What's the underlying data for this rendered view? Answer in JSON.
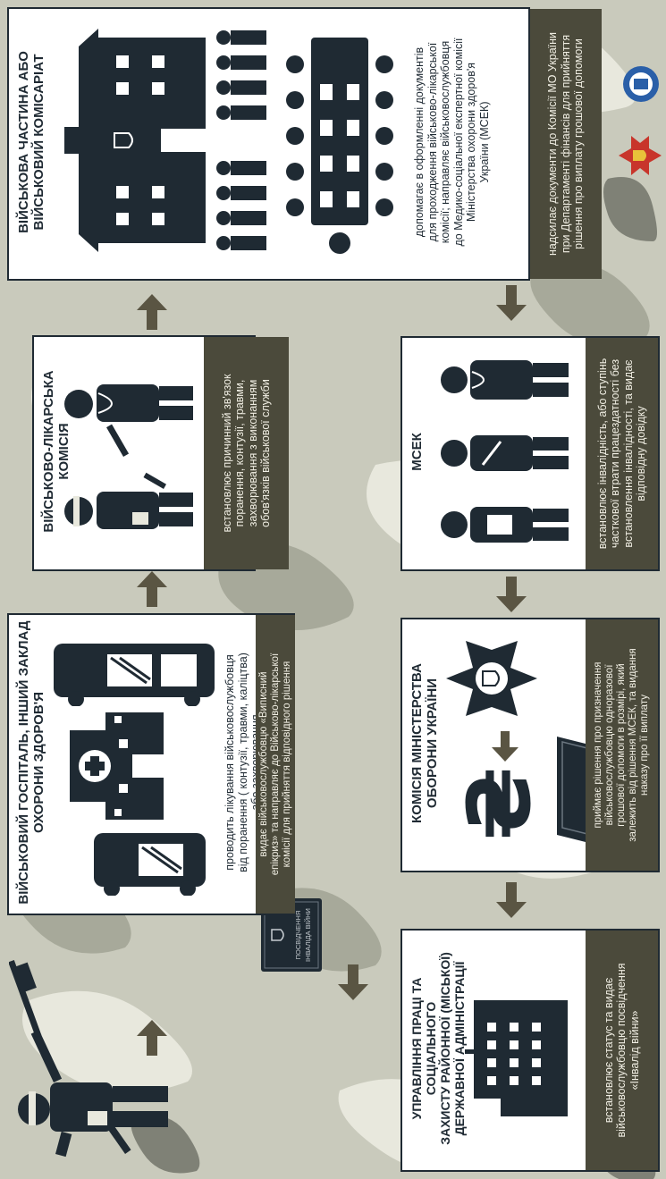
{
  "colors": {
    "ink": "#1f2a33",
    "dark_panel": "#4b4a3b",
    "arrow": "#5a5543",
    "camo_base": "#c9cabc",
    "camo_light": "#e8e8dd",
    "camo_mid": "#a7a99a",
    "camo_dark": "#7f8176"
  },
  "soldier": {
    "certificate_line1": "ПОСВІДЧЕННЯ",
    "certificate_line2": "ІНВАЛІДА ВІЙНИ",
    "icons": [
      "wounded-soldier-icon",
      "certificate-icon"
    ]
  },
  "hospital": {
    "title_line1": "ВІЙСЬКОВИЙ ГОСПІТАЛЬ, ІНШИЙ ЗАКЛАД",
    "title_line2": "ОХОРОНИ ЗДОРОВ'Я",
    "note_line1": "проводить лікування військовослужбовця",
    "note_line2": "від поранення ( контузії, травми, каліцтва)",
    "note_line3": "або захворювання",
    "panel_line1": "видає військовослужбовцю «Виписний",
    "panel_line2": "епікриз» та направляє до Військово-лікарської",
    "panel_line3": "комісії для прийняття відповідного рішення",
    "icons": [
      "hospital-icon",
      "ambulance-icon"
    ]
  },
  "vlk": {
    "title": "ВІЙСЬКОВО-ЛІКАРСЬКА КОМІСІЯ",
    "panel_line1": "встановлює причинний зв'язок",
    "panel_line2": "поранення, контузії, травми,",
    "panel_line3": "захворювання з виконанням",
    "panel_line4": "обов'язків військової служби",
    "icons": [
      "doctor-icon",
      "soldier-icon",
      "bandaged-soldier-icon"
    ]
  },
  "commissariat": {
    "title_line1": "ВІЙСЬКОВА ЧАСТИНА АБО",
    "title_line2": "ВІЙСЬКОВИЙ КОМІСАРІАТ",
    "note_line1": "допомагає в оформленні документів",
    "note_line2": "для проходження військово-лікарської",
    "note_line3": "комісії; направляє військовослужбовця",
    "note_line4": "до Медико-соціальної експертної комісії",
    "note_line5": "Міністерства охорони здоров'я",
    "note_line6": "України (МСЕК)",
    "panel_line1": "надсилає документи до Комісії МО України",
    "panel_line2": "при Департаменті фінансів для прийняття",
    "panel_line3": "рішення про виплату грошової допомоги",
    "icons": [
      "building-icon",
      "tank-icon",
      "soldiers-icon",
      "meeting-table-icon"
    ]
  },
  "msek": {
    "title": "МСЕК",
    "panel_line1": "встановлює інвалідність, або ступінь",
    "panel_line2": "часткової втрати працездатності без",
    "panel_line3": "встановлення інвалідності, та видає",
    "panel_line4": "відповідну довідку",
    "icons": [
      "doctor-icon",
      "patient-icon",
      "doctor-with-tablet-icon"
    ]
  },
  "ministry": {
    "title_line1": "КОМІСІЯ МІНІСТЕРСТВА",
    "title_line2": "ОБОРОНИ УКРАЇНИ",
    "currency_symbol": "₴",
    "panel_line1": "приймає рішення про призначення",
    "panel_line2": "військовослужбовцю одноразової",
    "panel_line3": "грошової допомоги в розмірі, який",
    "panel_line4": "залежить від рішення МСЕК, та видання",
    "panel_line5": "наказу про її виплату",
    "icons": [
      "mod-emblem-icon",
      "hryvnia-icon",
      "wallet-icon"
    ]
  },
  "social": {
    "title_line1": "УПРАВЛІННЯ ПРАЦІ ТА СОЦІАЛЬНОГО",
    "title_line2": "ЗАХИСТУ РАЙОННОЇ (МІСЬКОЇ)",
    "title_line3": "ДЕРЖАВНОЇ АДМІНІСТРАЦІЇ",
    "panel_line1": "встановлює статус та видає",
    "panel_line2": "військовослужбовцю посвідчення",
    "panel_line3": "«Інвалід війни»",
    "icons": [
      "admin-building-icon"
    ]
  },
  "logos": [
    "mod-ukraine-logo",
    "ukrinform-logo"
  ]
}
